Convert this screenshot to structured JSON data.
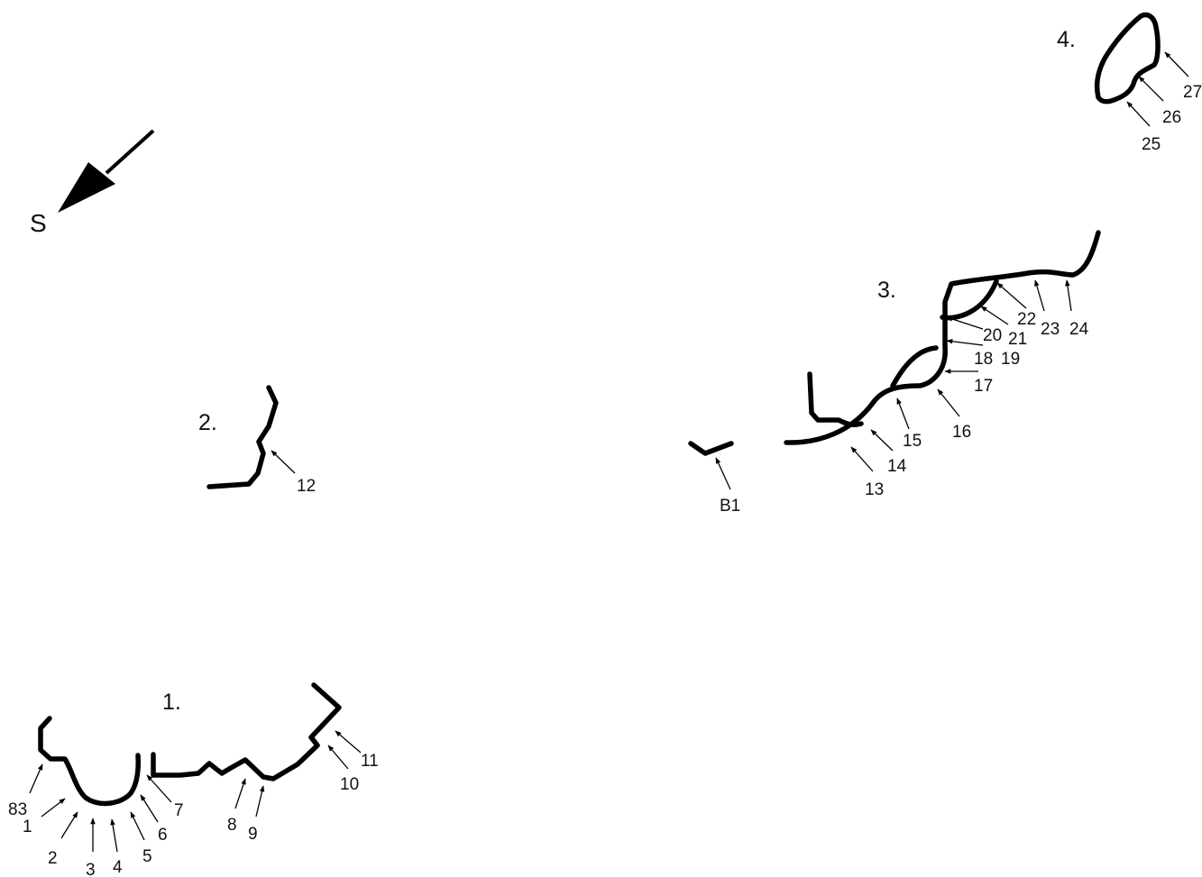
{
  "compass": {
    "label": "S"
  },
  "sections": [
    {
      "id": "1",
      "label": "1."
    },
    {
      "id": "2",
      "label": "2."
    },
    {
      "id": "3",
      "label": "3."
    },
    {
      "id": "4",
      "label": "4."
    }
  ],
  "points": [
    {
      "id": "p83",
      "label": "83"
    },
    {
      "id": "p1",
      "label": "1"
    },
    {
      "id": "p2",
      "label": "2"
    },
    {
      "id": "p3",
      "label": "3"
    },
    {
      "id": "p4",
      "label": "4"
    },
    {
      "id": "p5",
      "label": "5"
    },
    {
      "id": "p6",
      "label": "6"
    },
    {
      "id": "p7",
      "label": "7"
    },
    {
      "id": "p8",
      "label": "8"
    },
    {
      "id": "p9",
      "label": "9"
    },
    {
      "id": "p10",
      "label": "10"
    },
    {
      "id": "p11",
      "label": "11"
    },
    {
      "id": "p12",
      "label": "12"
    },
    {
      "id": "p13",
      "label": "13"
    },
    {
      "id": "p14",
      "label": "14"
    },
    {
      "id": "p15",
      "label": "15"
    },
    {
      "id": "p16",
      "label": "16"
    },
    {
      "id": "p17",
      "label": "17"
    },
    {
      "id": "p18",
      "label": "18"
    },
    {
      "id": "p19",
      "label": "19"
    },
    {
      "id": "p20",
      "label": "20"
    },
    {
      "id": "p21",
      "label": "21"
    },
    {
      "id": "p22",
      "label": "22"
    },
    {
      "id": "p23",
      "label": "23"
    },
    {
      "id": "p24",
      "label": "24"
    },
    {
      "id": "p25",
      "label": "25"
    },
    {
      "id": "p26",
      "label": "26"
    },
    {
      "id": "p27",
      "label": "27"
    },
    {
      "id": "pB1",
      "label": "B1"
    }
  ]
}
